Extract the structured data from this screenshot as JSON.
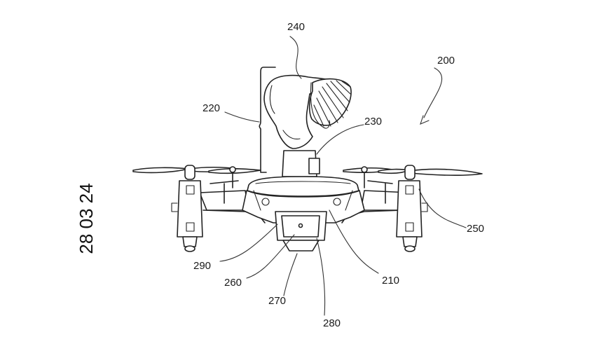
{
  "figure": {
    "side_date": "28 03 24",
    "labels": {
      "l200": "200",
      "l210": "210",
      "l220": "220",
      "l230": "230",
      "l240": "240",
      "l250": "250",
      "l260": "260",
      "l270": "270",
      "l280": "280",
      "l290": "290"
    }
  }
}
